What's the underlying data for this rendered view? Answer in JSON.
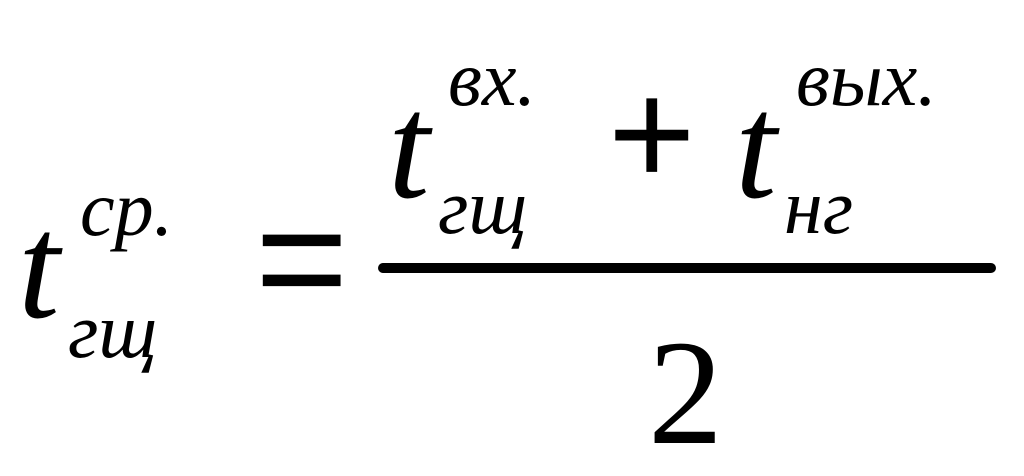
{
  "formula": {
    "lhs": {
      "base": "t",
      "superscript": "ср.",
      "subscript": "гщ"
    },
    "relation": "=",
    "numerator": {
      "term1": {
        "base": "t",
        "superscript": "вх.",
        "subscript": "гщ"
      },
      "operator": "+",
      "term2": {
        "base": "t",
        "superscript": "вых.",
        "subscript": "нг"
      }
    },
    "denominator": "2"
  }
}
